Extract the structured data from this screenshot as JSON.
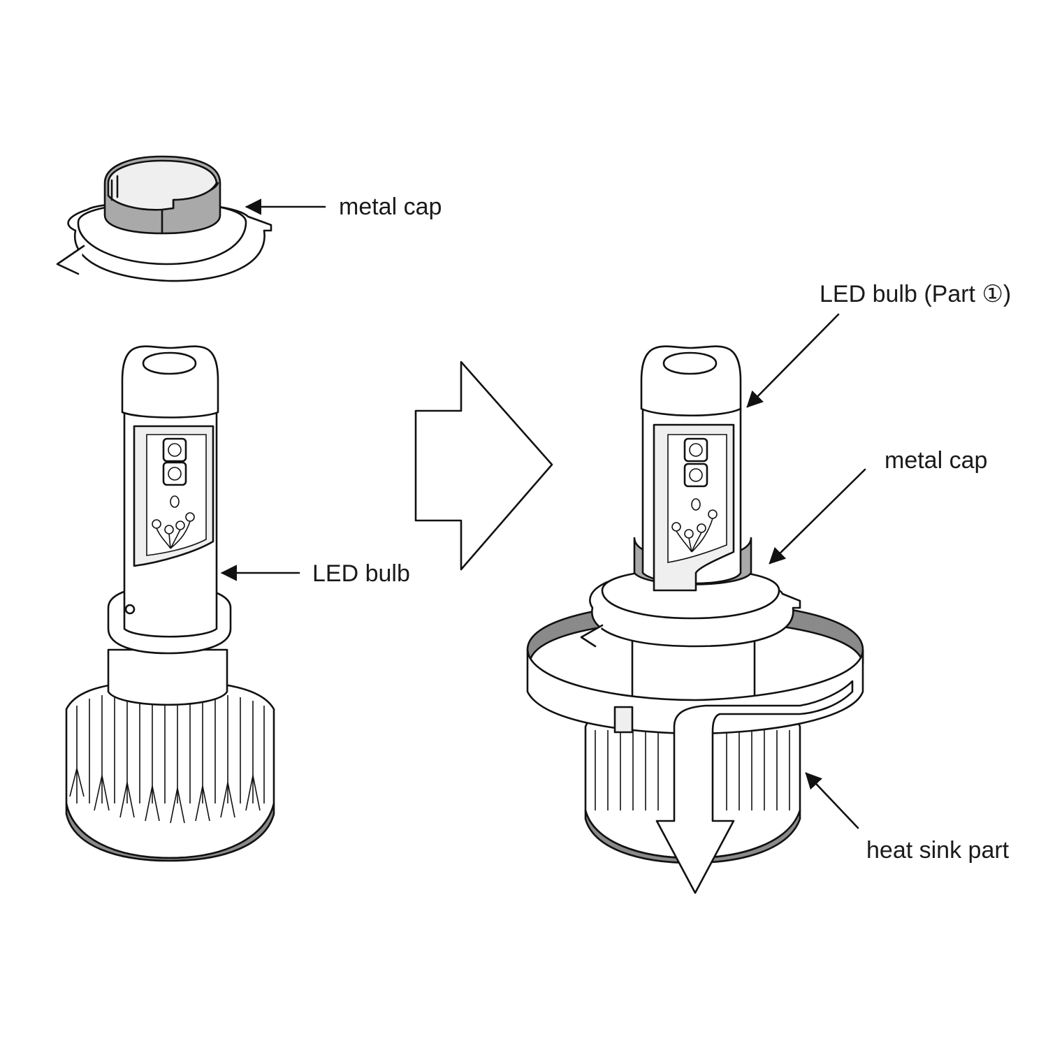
{
  "labels": {
    "metal_cap_top": "metal cap",
    "led_bulb_left": "LED bulb",
    "led_bulb_part": "LED bulb (Part ①)",
    "metal_cap_right": "metal cap",
    "heat_sink": "heat sink part"
  },
  "colors": {
    "line": "#111111",
    "cap_gray": "#a9a9a9",
    "band_gray": "#8a8a8a",
    "background": "#ffffff"
  }
}
